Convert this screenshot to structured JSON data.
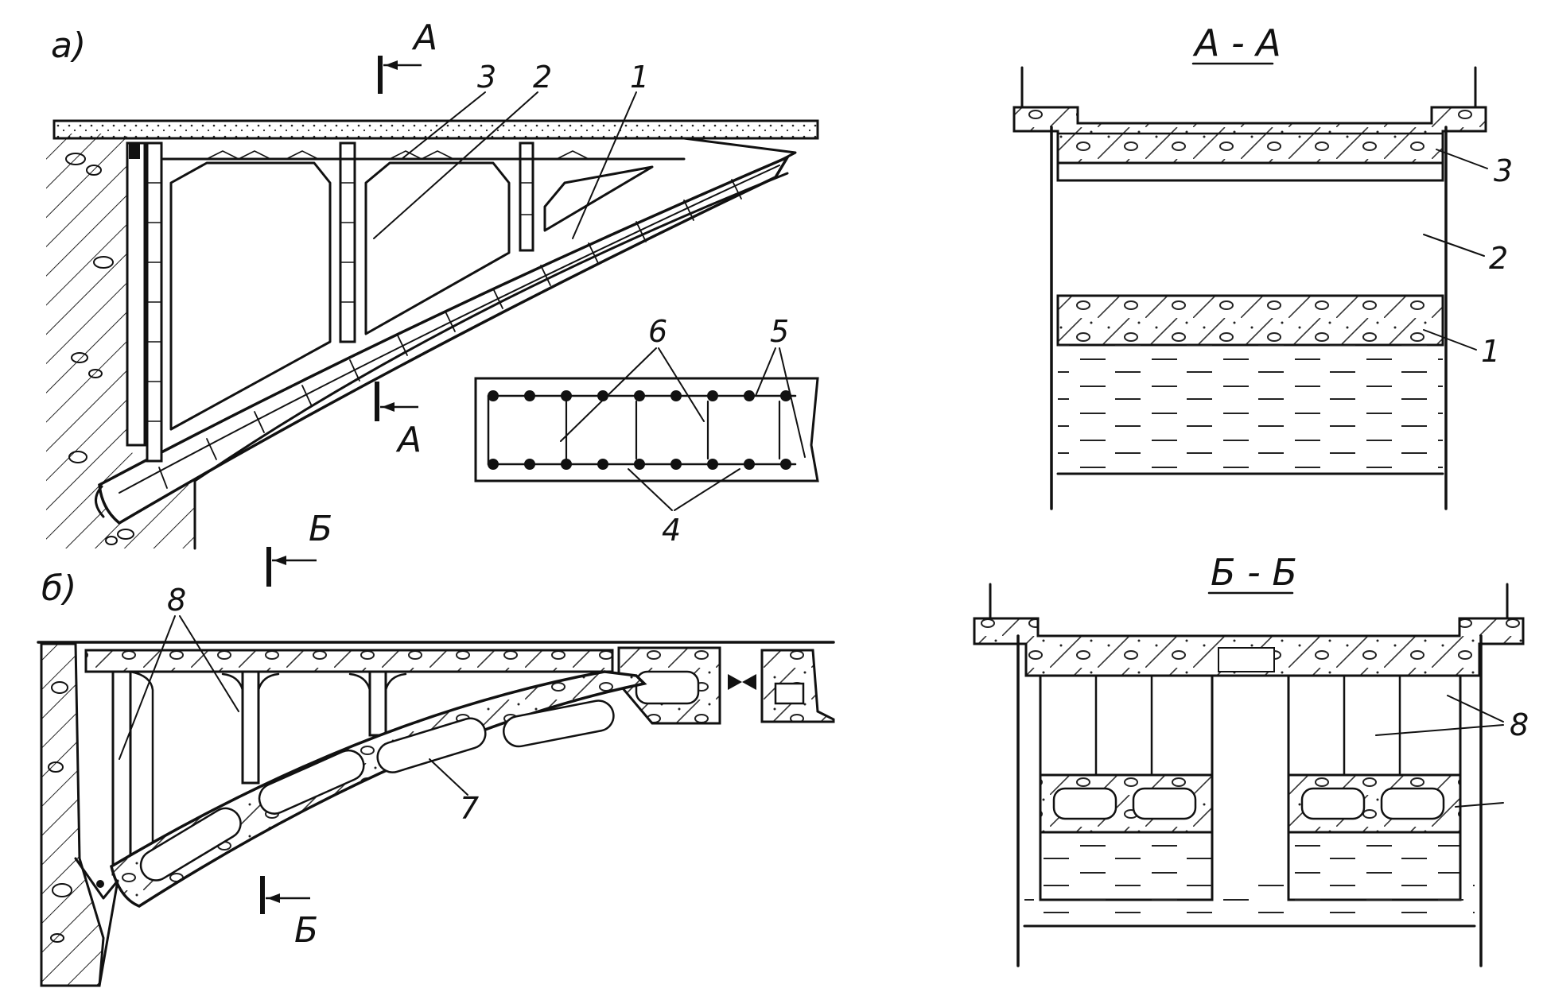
{
  "figure": {
    "panel_a": {
      "label": "а)",
      "section_mark_top": "А",
      "section_mark_bottom": "А",
      "callouts": [
        "1",
        "2",
        "3"
      ],
      "detail_callouts": [
        "4",
        "5",
        "6"
      ]
    },
    "panel_b": {
      "label": "б)",
      "section_mark_top": "Б",
      "section_mark_bottom": "Б",
      "callouts": [
        "7",
        "8"
      ]
    },
    "section_aa": {
      "title": "А - А",
      "callouts": [
        "1",
        "2",
        "3"
      ]
    },
    "section_bb": {
      "title": "Б - Б",
      "callouts": [
        "8"
      ]
    }
  }
}
